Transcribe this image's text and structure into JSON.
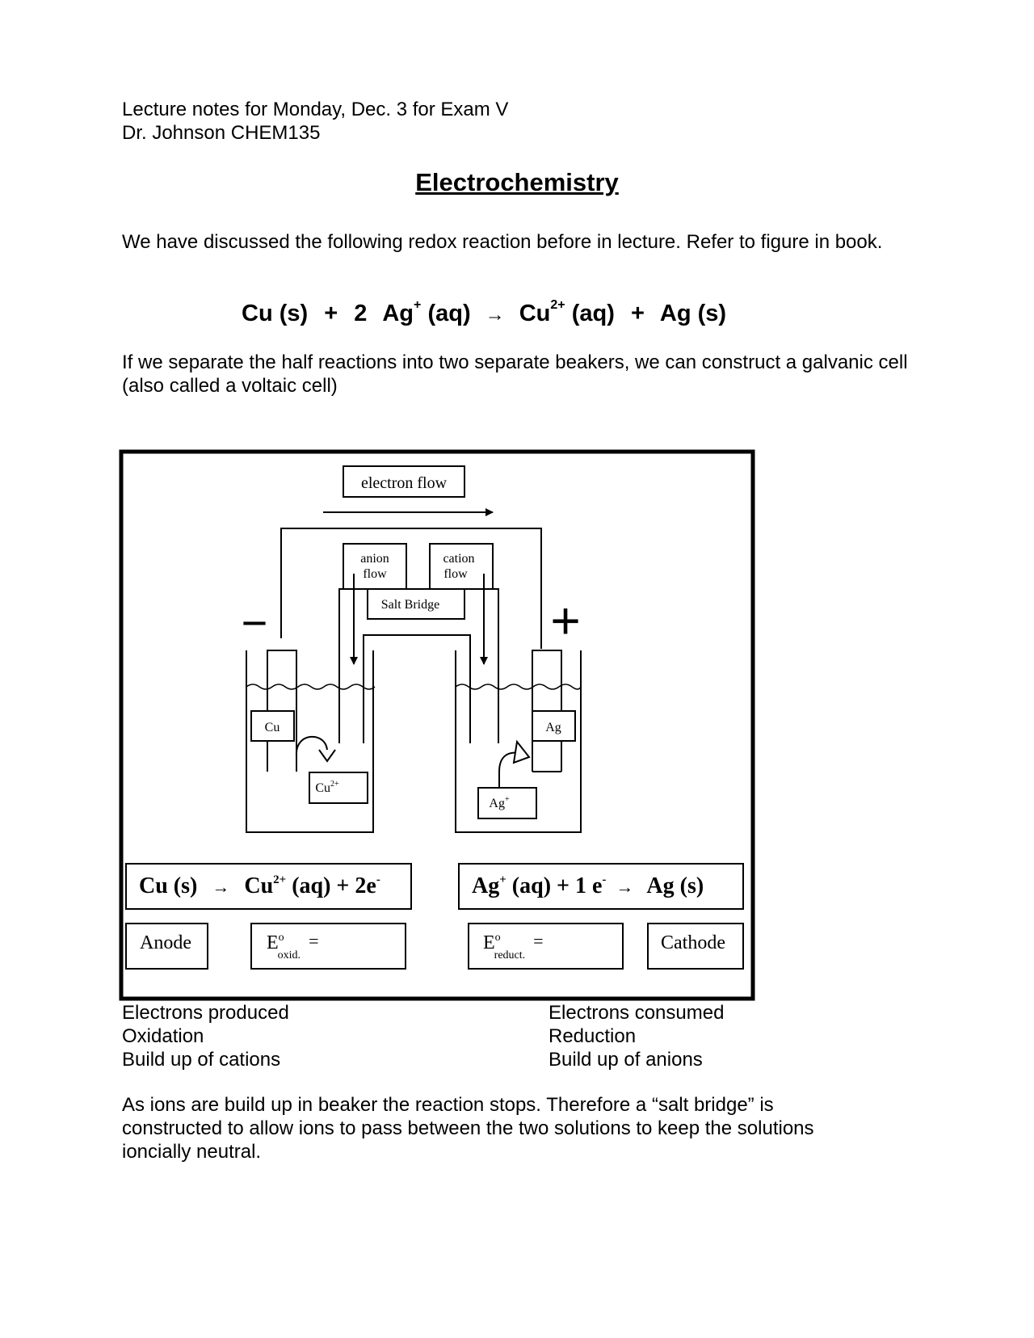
{
  "header": {
    "line1": "Lecture notes for Monday, Dec. 3 for Exam V",
    "line2": "Dr. Johnson CHEM135"
  },
  "title": "Electrochemistry",
  "intro": "We have discussed the following redox reaction before in lecture.  Refer to figure in book.",
  "reaction": {
    "cu_s": "Cu (s)",
    "plus1": "+",
    "coef": "2",
    "ag": "Ag",
    "ag_charge": "+",
    "aq1": "(aq)",
    "arrow": "→",
    "cu": "Cu",
    "cu_charge": "2+",
    "aq2": "(aq)",
    "plus2": "+",
    "ag_s": "Ag (s)"
  },
  "galvanic_text": "If we separate the half reactions into two separate beakers, we can construct a galvanic cell (also called a voltaic cell)",
  "diagram": {
    "electron_flow": "electron flow",
    "anion_flow_1": "anion",
    "anion_flow_2": "flow",
    "cation_flow_1": "cation",
    "cation_flow_2": "flow",
    "salt_bridge": "Salt Bridge",
    "minus_sign": "−",
    "plus_sign": "+",
    "cu_electrode": "Cu",
    "ag_electrode": "Ag",
    "cu_ion": "Cu",
    "cu_ion_charge": "2+",
    "ag_ion": "Ag",
    "ag_ion_charge": "+",
    "anode_eq": {
      "left": "Cu (s)",
      "arrow": "→",
      "right": "Cu",
      "charge": "2+",
      "tail": " (aq) + 2e",
      "e_charge": "-"
    },
    "cathode_eq": {
      "left": "Ag",
      "charge": "+",
      "mid": " (aq) + 1 e",
      "e_charge": "-",
      "arrow": "→",
      "right": "Ag (s)"
    },
    "anode_label": "Anode",
    "cathode_label": "Cathode",
    "e_oxid": "E",
    "e_oxid_sup": "o",
    "e_oxid_sub": "oxid.",
    "e_oxid_eq": "=",
    "e_red": "E",
    "e_red_sup": "o",
    "e_red_sub": "reduct.",
    "e_red_eq": "="
  },
  "anode_notes": [
    "Electrons produced",
    "Oxidation",
    "Build up of cations"
  ],
  "cathode_notes": [
    "Electrons consumed",
    "Reduction",
    "Build up of anions"
  ],
  "closing": "As ions are build up in beaker the reaction stops.  Therefore a “salt bridge” is constructed to allow ions to pass between the two solutions to keep the solutions ioncially neutral."
}
